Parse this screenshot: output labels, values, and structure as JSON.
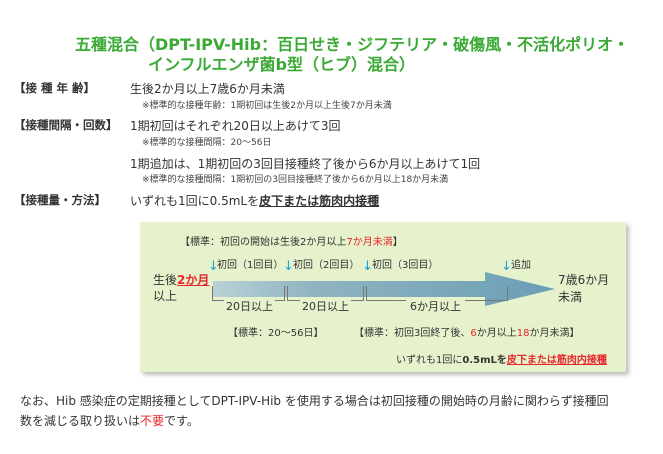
{
  "title": {
    "line1": "五種混合（DPT-IPV-Hib：百日せき・ジフテリア・破傷風・不活化ポリオ・",
    "line2": "インフルエンザ菌b型（ヒブ）混合）"
  },
  "rows": {
    "age_label": "【接 種 年 齢】",
    "age_text": "生後2か月以上7歳6か月未満",
    "age_note": "※標準的な接種年齢：1期初回は生後2か月以上生後7か月未満",
    "interval_label": "【接種間隔・回数】",
    "interval_text": "1期初回はそれぞれ20日以上あけて3回",
    "interval_note": "※標準的な接種間隔：20〜56日",
    "booster_text": "1期追加は、1期初回の3回目接種終了後から6か月以上あけて1回",
    "booster_note": "※標準的な接種間隔：1期初回の3回目接種終了後から6か月以上18か月未満",
    "dose_label": "【接種量・方法】",
    "dose_text": "いずれも1回に0.5mLを",
    "dose_method": "皮下または筋肉内接種"
  },
  "diagram": {
    "standard_start_prefix": "【標準：初回の開始は生後2か月以上",
    "standard_start_red": "7か月未満",
    "standard_start_suffix": "】",
    "start_prefix": "生後",
    "start_red": "2か月",
    "start_suffix": "以上",
    "dose1": "初回（1回目）",
    "dose2": "初回（2回目）",
    "dose3": "初回（3回目）",
    "booster": "追加",
    "end": "7歳6か月",
    "end2": "未満",
    "gap1": "20日以上",
    "gap2": "20日以上",
    "gap3": "6か月以上",
    "std_interval": "【標準：20〜56日】",
    "std_booster_a": "【標準：初回3回終了後、",
    "std_booster_red1": "6",
    "std_booster_b": "か月以上",
    "std_booster_red2": "18",
    "std_booster_c": "か月未満】",
    "dose_prefix": "いずれも1回に",
    "dose_amount": "0.5mLを",
    "dose_method": "皮下または筋肉内接種"
  },
  "footer": {
    "text1": "なお、Hib 感染症の定期接種としてDPT-IPV-Hib を使用する場合は初回接種の開始時の月齢に関わらず接種回",
    "text2": "数を減じる取り扱いは",
    "red": "不要",
    "text3": "です。"
  },
  "colors": {
    "title": "#3aaa35",
    "accent_red": "#e8262b",
    "box_bg": "#e6f2cc",
    "arrow": "#6a9fb5",
    "marker": "#1aa0e0"
  }
}
